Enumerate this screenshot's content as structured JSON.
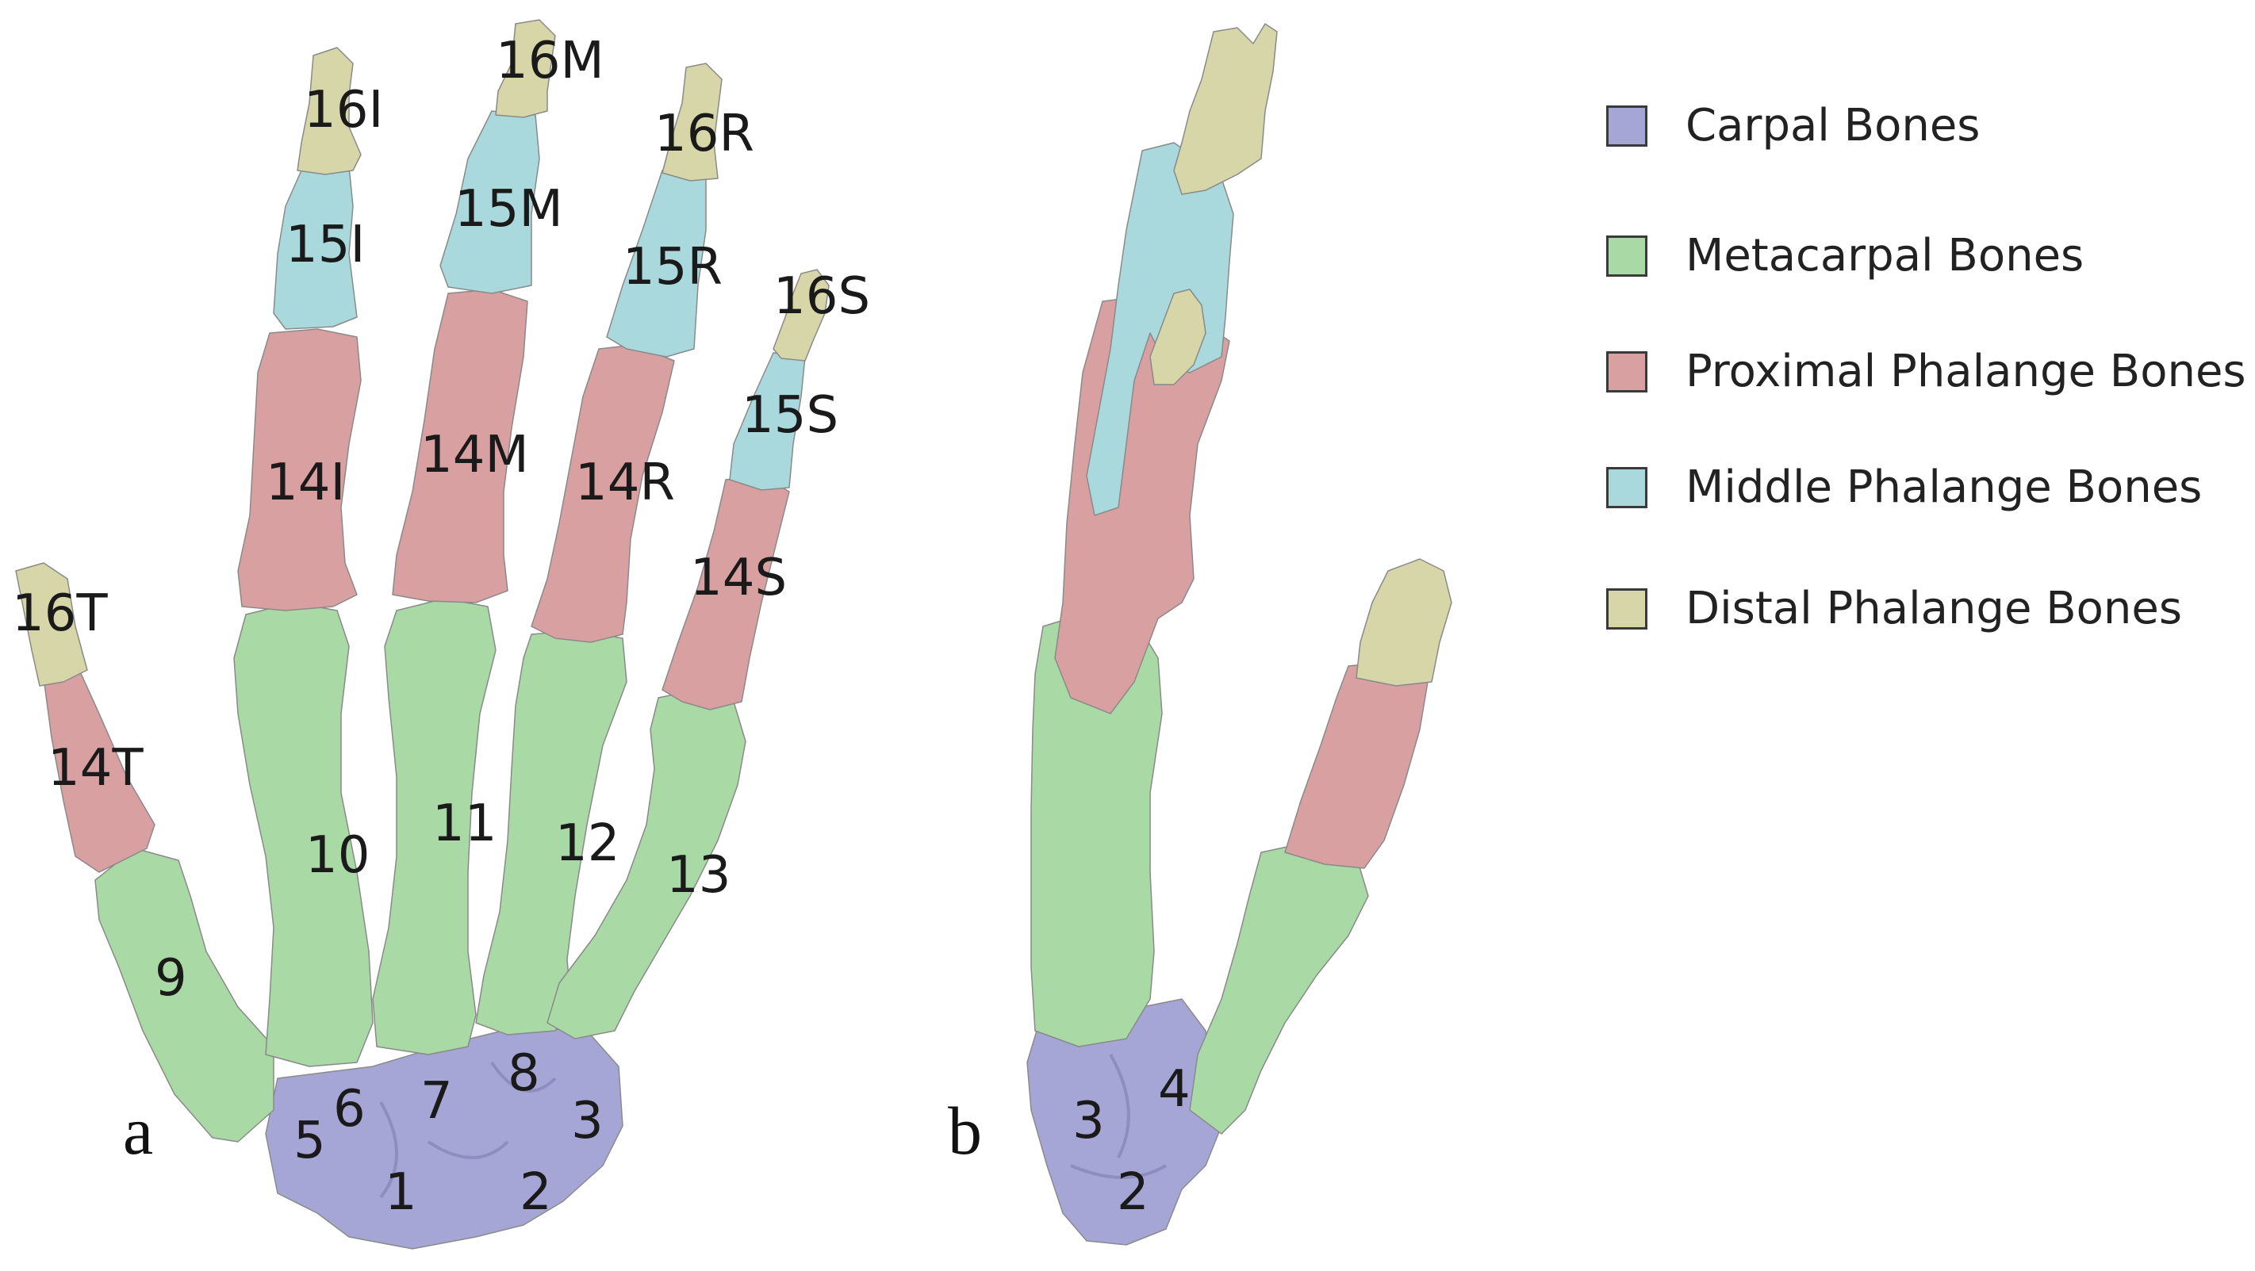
{
  "colors": {
    "carpal": "#a6a6d6",
    "metacarpal": "#a9d9a4",
    "proximal": "#d8a0a0",
    "middle": "#a9d9dc",
    "distal": "#d6d6a8"
  },
  "panels": {
    "a": "a",
    "b": "b"
  },
  "legend": [
    {
      "label": "Carpal Bones",
      "color": "#a6a6d6"
    },
    {
      "label": "Metacarpal Bones",
      "color": "#a9d9a4"
    },
    {
      "label": "Proximal Phalange Bones",
      "color": "#d8a0a0"
    },
    {
      "label": "Middle Phalange Bones",
      "color": "#a9d9dc"
    },
    {
      "label": "Distal Phalange Bones",
      "color": "#d6d6a8"
    }
  ],
  "labels_a": {
    "d16I": "16I",
    "d16M": "16M",
    "d16R": "16R",
    "d16S": "16S",
    "d16T": "16T",
    "m15I": "15I",
    "m15M": "15M",
    "m15R": "15R",
    "m15S": "15S",
    "p14I": "14I",
    "p14M": "14M",
    "p14R": "14R",
    "p14S": "14S",
    "p14T": "14T",
    "mc9": "9",
    "mc10": "10",
    "mc11": "11",
    "mc12": "12",
    "mc13": "13",
    "c1": "1",
    "c2": "2",
    "c3": "3",
    "c5": "5",
    "c6": "6",
    "c7": "7",
    "c8": "8"
  },
  "labels_b": {
    "c2": "2",
    "c3": "3",
    "c4": "4"
  }
}
